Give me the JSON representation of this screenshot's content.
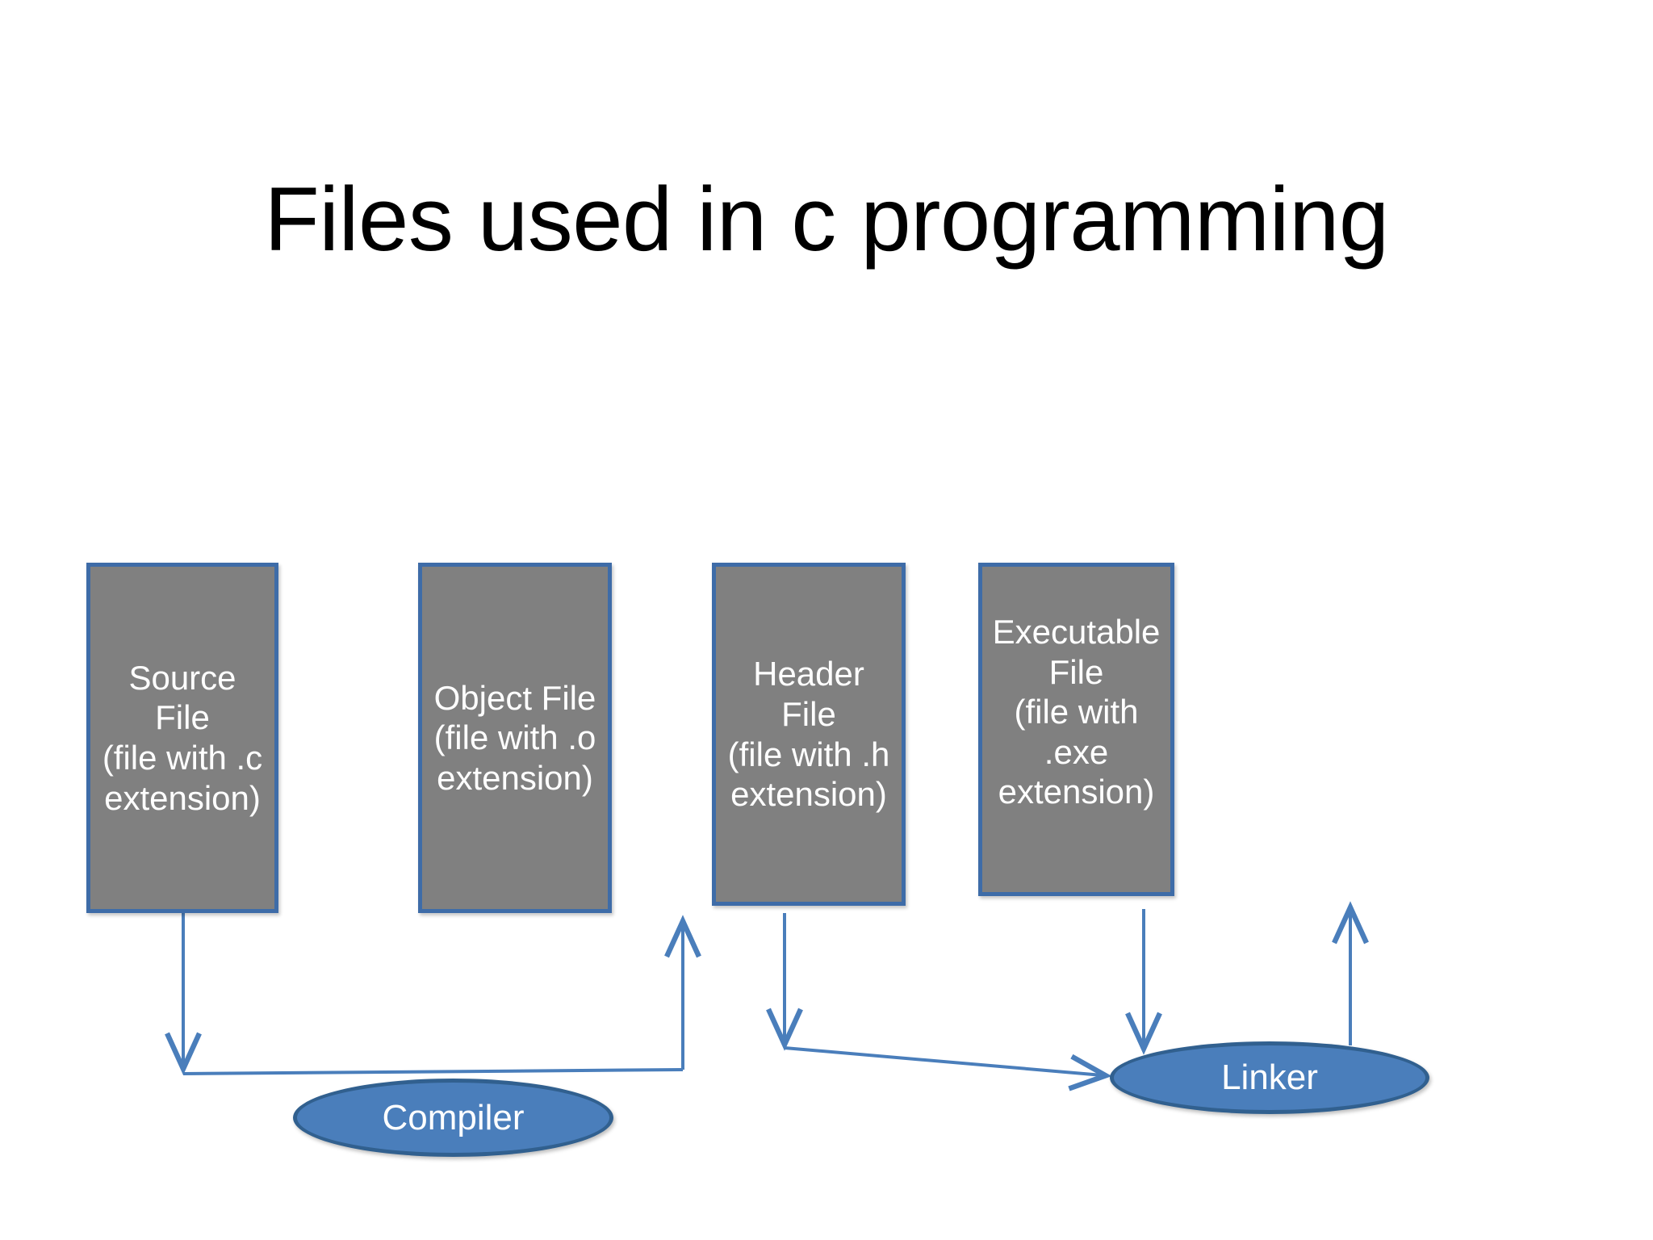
{
  "slide": {
    "title": "Files used in c programming",
    "background_color": "#ffffff",
    "title_color": "#000000"
  },
  "palette": {
    "box_fill": "#808080",
    "box_border": "#3e6ca8",
    "ellipse_fill": "#4a7ebb",
    "ellipse_border": "#31608f",
    "connector": "#4a7ebb",
    "box_text": "#ffffff"
  },
  "boxes": [
    {
      "id": "source-file",
      "lines": [
        "Source File",
        "(file with .c",
        "extension)"
      ],
      "text": "Source File\n(file with .c\nextension)"
    },
    {
      "id": "object-file",
      "lines": [
        "Object File",
        "(file with .o",
        "extension)"
      ],
      "text": "Object File\n(file with .o\nextension)"
    },
    {
      "id": "header-file",
      "lines": [
        "Header File",
        "(file with .h",
        "extension)"
      ],
      "text": "Header File\n(file with .h\nextension)"
    },
    {
      "id": "executable-file",
      "lines": [
        "Executable",
        "File",
        "(file with",
        ".exe",
        "extension)"
      ],
      "text": "Executable File\n(file with\n.exe\nextension)"
    }
  ],
  "ellipses": [
    {
      "id": "compiler",
      "label": "Compiler"
    },
    {
      "id": "linker",
      "label": "Linker"
    }
  ],
  "flow": {
    "edges": [
      {
        "from": "source-file",
        "to": "compiler"
      },
      {
        "from": "compiler",
        "to": "object-file"
      },
      {
        "from": "object-file",
        "to": "linker"
      },
      {
        "from": "header-file",
        "to": "linker"
      },
      {
        "from": "linker",
        "to": "executable-file"
      }
    ]
  }
}
